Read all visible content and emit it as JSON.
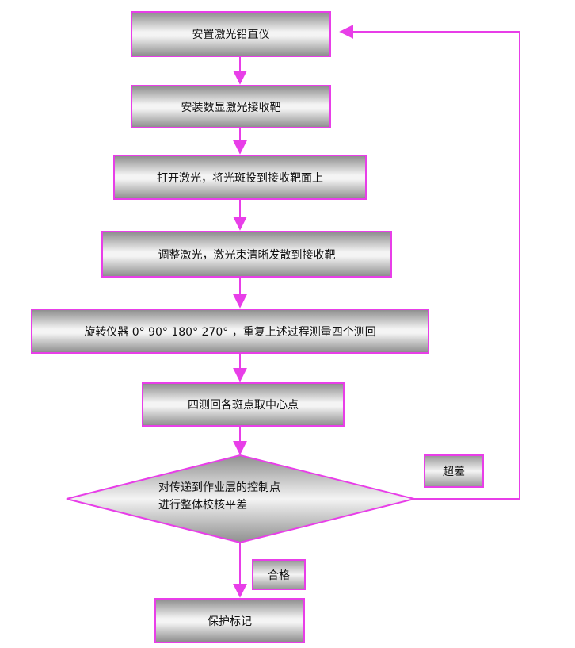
{
  "flowchart": {
    "steps": [
      "安置激光铅直仪",
      "安装数显激光接收靶",
      "打开激光，将光斑投到接收靶面上",
      "调整激光，激光束清晰发散到接收靶",
      "旋转仪器 0°  90°  180°  270° ，重复上述过程测量四个测回",
      "四测回各斑点取中心点"
    ],
    "decision": {
      "line1": "对传递到作业层的控制点",
      "line2": "进行整体校核平差"
    },
    "fail_label": "超差",
    "pass_label": "合格",
    "final_step": "保护标记"
  },
  "colors": {
    "accent": "#e83ee8",
    "box_dark": "#8f8f8f",
    "box_light": "#f4f4f4"
  }
}
